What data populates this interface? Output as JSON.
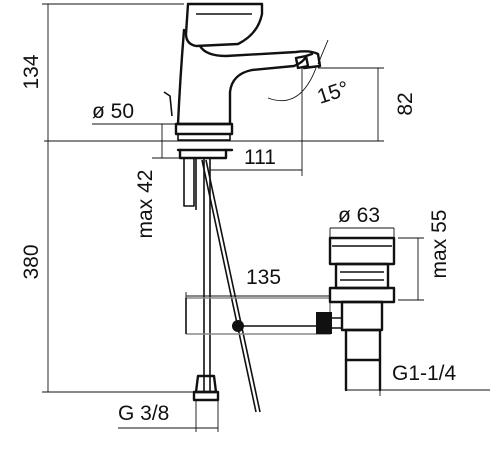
{
  "dimensions": {
    "tap_height": "134",
    "total_height": "380",
    "spout_height": "82",
    "base_diameter": "ø 50",
    "spout_reach": "111",
    "deck_thickness": "max 42",
    "lever_angle": "15°",
    "waste_diameter": "ø 63",
    "waste_thickness": "max 55",
    "rod_length": "135",
    "waste_thread": "G1-1/4",
    "supply_thread": "G 3/8"
  }
}
